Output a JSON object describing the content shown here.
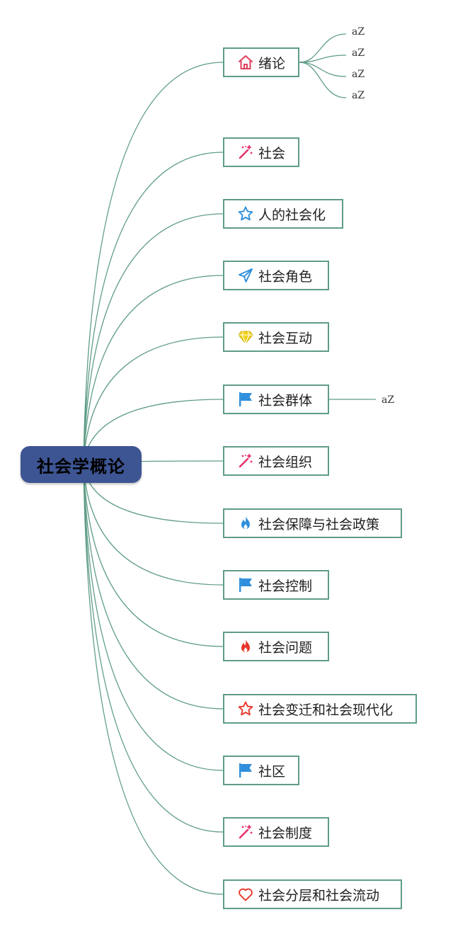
{
  "root": {
    "label": "社会学概论",
    "color": "#3d5593"
  },
  "branch_color": "#5f9d85",
  "topics": [
    {
      "label": "绪论",
      "icon": "house-icon",
      "icon_color": "#e0405e",
      "children": [
        "aZ",
        "aZ",
        "aZ",
        "aZ"
      ]
    },
    {
      "label": "社会",
      "icon": "magic-wand-icon",
      "icon_color": "#e8336a",
      "children": []
    },
    {
      "label": "人的社会化",
      "icon": "star-outline-icon",
      "icon_color": "#2f8fdc",
      "children": []
    },
    {
      "label": "社会角色",
      "icon": "paper-plane-icon",
      "icon_color": "#2f8fdc",
      "children": []
    },
    {
      "label": "社会互动",
      "icon": "diamond-icon",
      "icon_color": "#f2d21e",
      "children": []
    },
    {
      "label": "社会群体",
      "icon": "flag-icon",
      "icon_color": "#2f8fdc",
      "children": [
        "aZ"
      ]
    },
    {
      "label": "社会组织",
      "icon": "magic-wand-icon",
      "icon_color": "#e8336a",
      "children": []
    },
    {
      "label": "社会保障与社会政策",
      "icon": "flame-icon",
      "icon_color": "#2f8fdc",
      "children": []
    },
    {
      "label": "社会控制",
      "icon": "flag-icon",
      "icon_color": "#2f8fdc",
      "children": []
    },
    {
      "label": "社会问题",
      "icon": "flame-icon",
      "icon_color": "#e8362a",
      "children": []
    },
    {
      "label": "社会变迁和社会现代化",
      "icon": "star-outline-icon",
      "icon_color": "#e8362a",
      "children": []
    },
    {
      "label": "社区",
      "icon": "flag-icon",
      "icon_color": "#2f8fdc",
      "children": []
    },
    {
      "label": "社会制度",
      "icon": "magic-wand-icon",
      "icon_color": "#e8336a",
      "children": []
    },
    {
      "label": "社会分层和社会流动",
      "icon": "heart-outline-icon",
      "icon_color": "#e8362a",
      "children": []
    }
  ]
}
